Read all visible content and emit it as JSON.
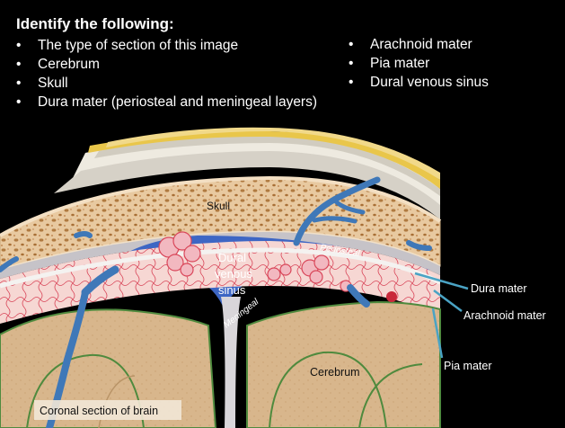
{
  "slide": {
    "heading": "Identify the following:",
    "list_left": [
      "The type of section of this image",
      "Cerebrum",
      "Skull",
      "Dura mater (periosteal and meningeal layers)"
    ],
    "list_right": [
      "Arachnoid mater",
      "Pia mater",
      "Dural venous sinus"
    ]
  },
  "figure": {
    "labels": {
      "skull": "Skull",
      "dural_line1": "Dural",
      "dural_line2": "venous",
      "dural_line3": "sinus",
      "periosteal": "Periosteal",
      "meningeal": "Meningeal",
      "cerebrum": "Cerebrum",
      "dura_mater": "Dura mater",
      "arachnoid_mater": "Arachnoid mater",
      "pia_mater": "Pia mater",
      "caption": "Coronal section of brain"
    },
    "colors": {
      "background": "#000000",
      "sinus_blue": "#3d66c4",
      "vein_blue": "#3f78b8",
      "bone": "#e8c9a0",
      "bone_pore": "#b07a40",
      "scalp_yellow": "#e9c64a",
      "subarachnoid": "#f6d7d3",
      "vessel_red": "#d9475a",
      "cortex": "#d8b68c",
      "pia_green": "#4f8a3e",
      "pointer": "#4aa3c4"
    }
  }
}
